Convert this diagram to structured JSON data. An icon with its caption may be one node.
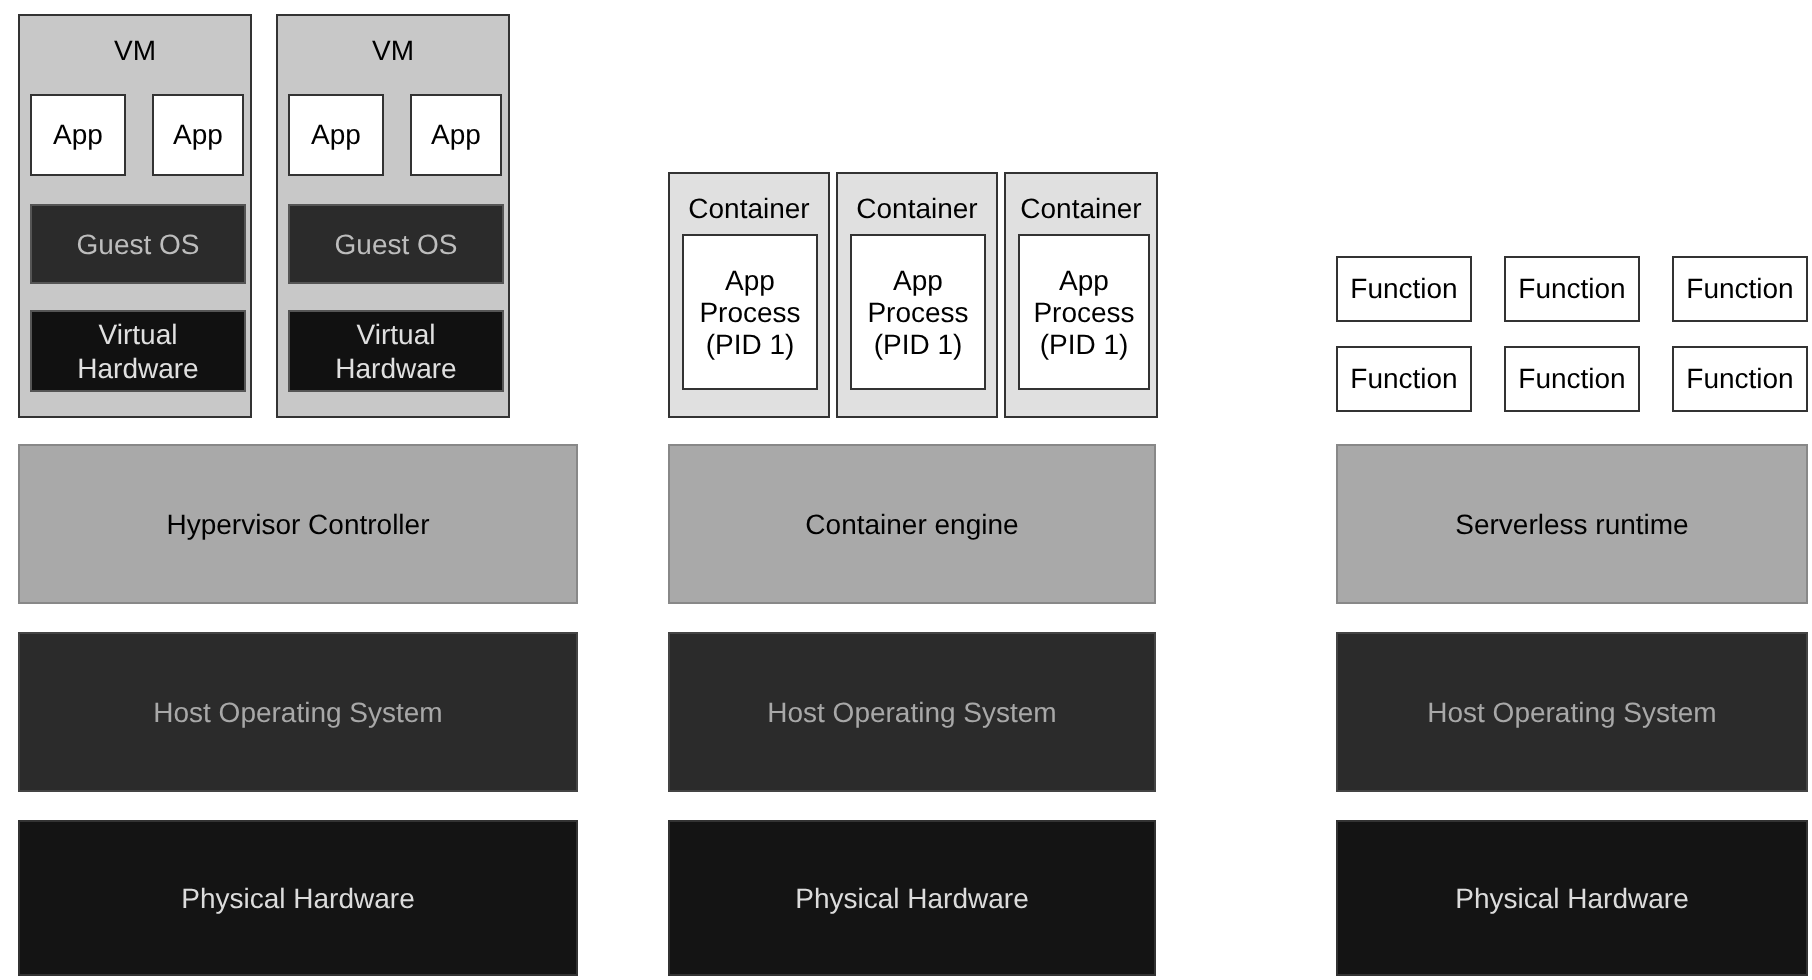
{
  "diagram": {
    "nodes": [
      {
        "text": [
          "VM"
        ]
      },
      {
        "text": [
          "App"
        ],
        "in": 0
      },
      {
        "text": [
          "App"
        ],
        "in": 0
      },
      {
        "text": [
          "Guest OS"
        ],
        "in": 0
      },
      {
        "text": [
          "Virtual Hardware"
        ],
        "in": 0
      },
      {
        "text": [
          "VM"
        ]
      },
      {
        "text": [
          "App"
        ],
        "in": 5
      },
      {
        "text": [
          "App"
        ],
        "in": 5
      },
      {
        "text": [
          "Guest OS"
        ],
        "in": 5
      },
      {
        "text": [
          "Virtual Hardware"
        ],
        "in": 5
      },
      {
        "text": [
          "Hypervisor Controller"
        ]
      },
      {
        "text": [
          "Host Operating System"
        ]
      },
      {
        "text": [
          "Physical Hardware"
        ]
      },
      {
        "text": [
          "Container"
        ]
      },
      {
        "text": [
          "App Process (PID 1)"
        ],
        "in": 13
      },
      {
        "text": [
          "Container"
        ]
      },
      {
        "text": [
          "App Process (PID 1)"
        ],
        "in": 15
      },
      {
        "text": [
          "Container"
        ]
      },
      {
        "text": [
          "App Process (PID 1)"
        ],
        "in": 17
      },
      {
        "text": [
          "Container engine"
        ]
      },
      {
        "text": [
          "Host Operating System"
        ]
      },
      {
        "text": [
          "Physical Hardware"
        ]
      },
      {
        "text": [
          "Function"
        ]
      },
      {
        "text": [
          "Function"
        ]
      },
      {
        "text": [
          "Function"
        ]
      },
      {
        "text": [
          "Function"
        ]
      },
      {
        "text": [
          "Function"
        ]
      },
      {
        "text": [
          "Function"
        ]
      },
      {
        "text": [
          "Serverless runtime"
        ]
      },
      {
        "text": [
          "Host Operating System"
        ]
      },
      {
        "text": [
          "Physical Hardware"
        ]
      }
    ]
  }
}
